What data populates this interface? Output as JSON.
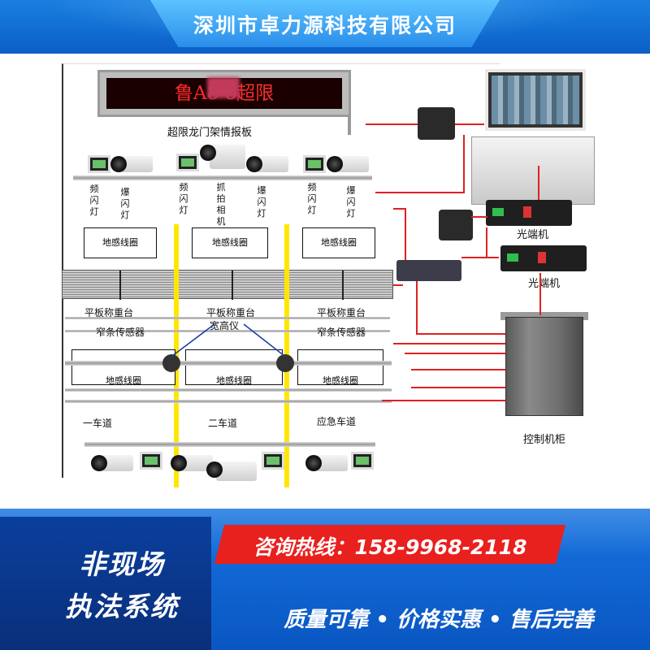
{
  "header": {
    "company": "深圳市卓力源科技有限公司"
  },
  "diagram": {
    "led_board_text": "鲁A8    8超限",
    "led_board_caption": "超限龙门架情报板",
    "gantry_labels": {
      "flash_1": "频闪灯",
      "burst_1": "爆闪灯",
      "flash_2": "频闪灯",
      "capture": "抓拍相机",
      "burst_2": "爆闪灯",
      "flash_3": "频闪灯",
      "burst_3": "爆闪灯"
    },
    "loop_label": "地感线圈",
    "scale_label": "平板称重台",
    "strip_sensor": "窄条传感器",
    "width_height": "宽高仪",
    "lanes": [
      "一车道",
      "二车道",
      "应急车道"
    ],
    "optical_1": "光端机",
    "optical_2": "光端机",
    "cabinet": "控制机柜"
  },
  "footer": {
    "slogan_line1": "非现场",
    "slogan_line2": "执法系统",
    "hotline": "咨询热线：158-9968-2118",
    "quality": "质量可靠 • 价格实惠 • 售后完善"
  },
  "colors": {
    "brand_blue": "#0b63d6",
    "accent_red": "#e8201e",
    "lane_yellow": "#ffe600",
    "wire_red": "#e02020"
  }
}
